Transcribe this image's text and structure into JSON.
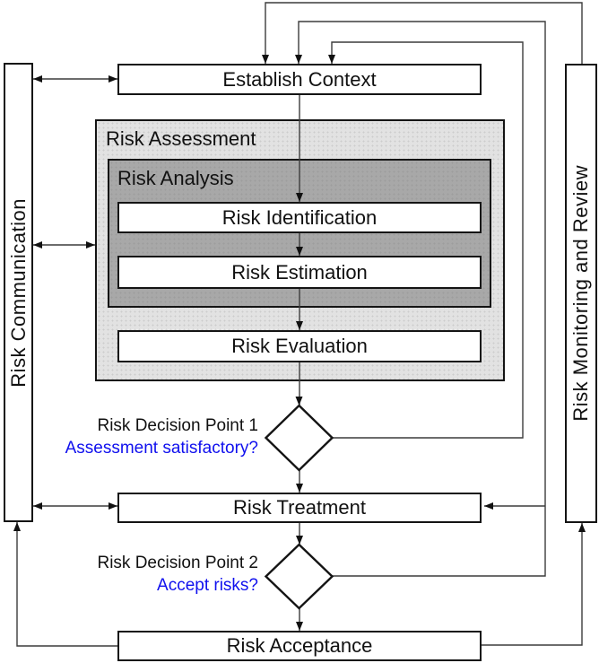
{
  "diagram": {
    "kind": "risk-management-process-flowchart"
  },
  "colors": {
    "question_text": "#1010ee",
    "assessment_bg": "#e2e2e2",
    "analysis_bg": "#a8a8a8",
    "box_bg": "#ffffff",
    "border": "#141414",
    "line": "#3c3c3c",
    "text": "#111111"
  },
  "sidebars": {
    "left": {
      "label": "Risk Communication"
    },
    "right": {
      "label": "Risk Monitoring and Review"
    }
  },
  "boxes": {
    "establish_context": "Establish Context",
    "risk_assessment": "Risk Assessment",
    "risk_analysis": "Risk Analysis",
    "risk_identification": "Risk Identification",
    "risk_estimation": "Risk Estimation",
    "risk_evaluation": "Risk Evaluation",
    "risk_treatment": "Risk Treatment",
    "risk_acceptance": "Risk Acceptance"
  },
  "decision_points": [
    {
      "title": "Risk Decision Point 1",
      "question": "Assessment satisfactory?"
    },
    {
      "title": "Risk Decision Point 2",
      "question": "Accept risks?"
    }
  ]
}
